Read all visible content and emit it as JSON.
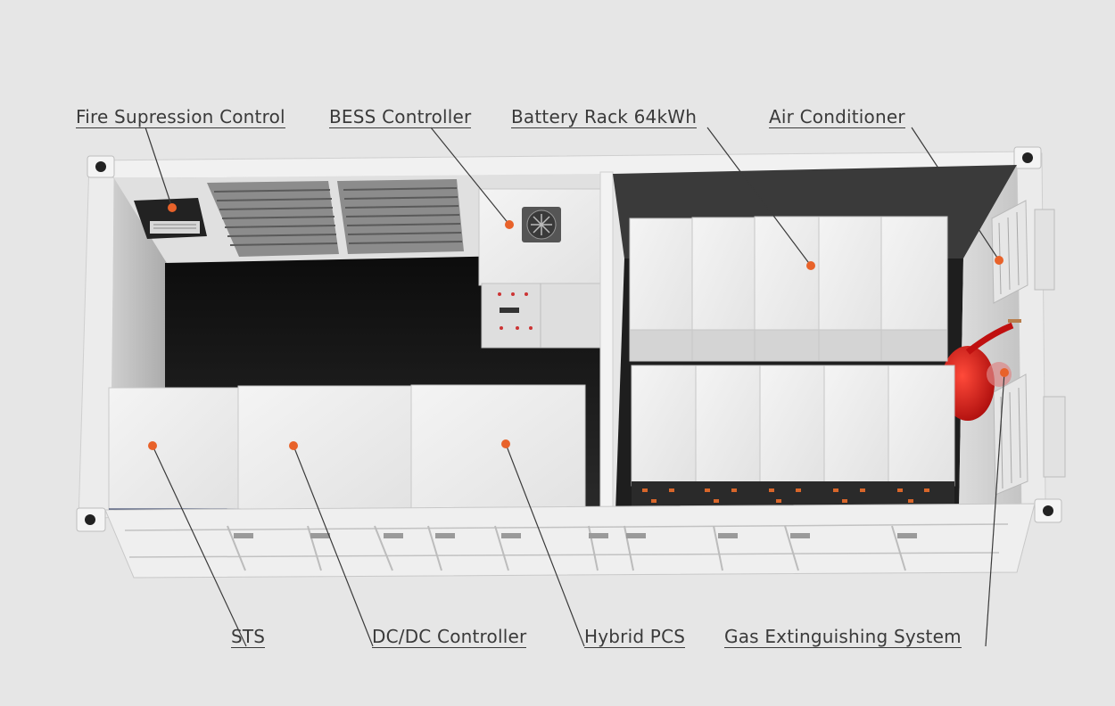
{
  "labels": {
    "fire_suppression_control": "Fire Supression Control",
    "bess_controller": "BESS Controller",
    "battery_rack": "Battery Rack 64kWh",
    "air_conditioner": "Air Conditioner",
    "sts": "STS",
    "dc_dc_controller": "DC/DC Controller",
    "hybrid_pcs": "Hybrid PCS",
    "gas_extinguishing_system": "Gas Extinguishing System"
  },
  "colors": {
    "background": "#e6e6e6",
    "marker": "#e8622a",
    "container_frame": "#f2f2f2",
    "cabinet": "#efefef",
    "interior_dark": "#1a1a1a",
    "extinguisher": "#d81818"
  }
}
